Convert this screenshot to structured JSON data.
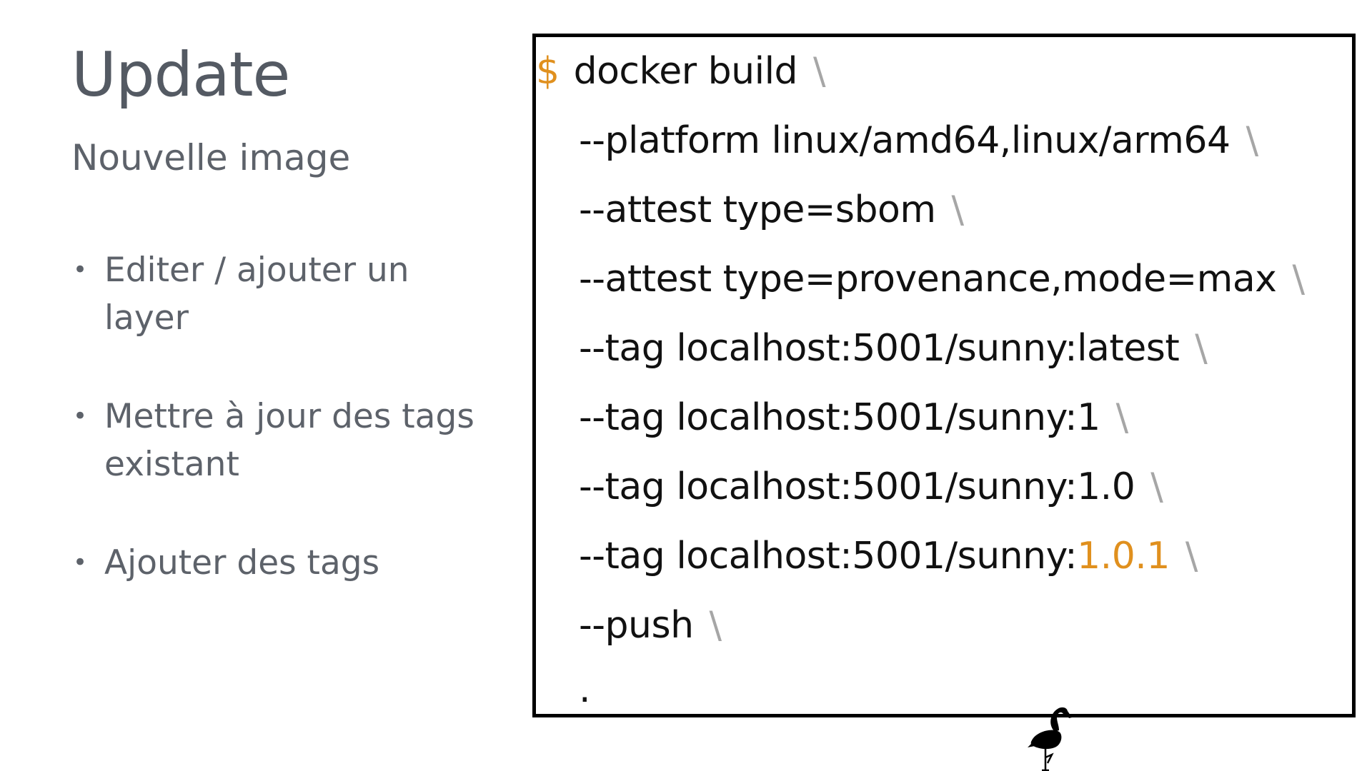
{
  "slide": {
    "title": "Update",
    "subtitle": "Nouvelle image",
    "bullets": [
      {
        "line1": "Editer / ajouter un",
        "line2": "layer"
      },
      {
        "line1": "Mettre à jour des tags",
        "line2": "existant"
      },
      {
        "line1": "Ajouter des tags",
        "line2": ""
      }
    ],
    "bullet_symbol": "•"
  },
  "code": {
    "prompt": "$",
    "continuation": "\\",
    "accent_color": "#e0901e",
    "lines": [
      {
        "text": "docker build",
        "accent": ""
      },
      {
        "text": "--platform linux/amd64,linux/arm64",
        "accent": ""
      },
      {
        "text": "--attest type=sbom",
        "accent": ""
      },
      {
        "text": "--attest type=provenance,mode=max",
        "accent": ""
      },
      {
        "text": "--tag localhost:5001/sunny:latest",
        "accent": ""
      },
      {
        "text": "--tag localhost:5001/sunny:1",
        "accent": ""
      },
      {
        "text": "--tag localhost:5001/sunny:1.0",
        "accent": ""
      },
      {
        "text": "--tag localhost:5001/sunny:",
        "accent": "1.0.1"
      },
      {
        "text": "--push",
        "accent": ""
      },
      {
        "text": ".",
        "accent": ""
      }
    ]
  },
  "icons": {
    "flamingo": "flamingo-icon"
  }
}
